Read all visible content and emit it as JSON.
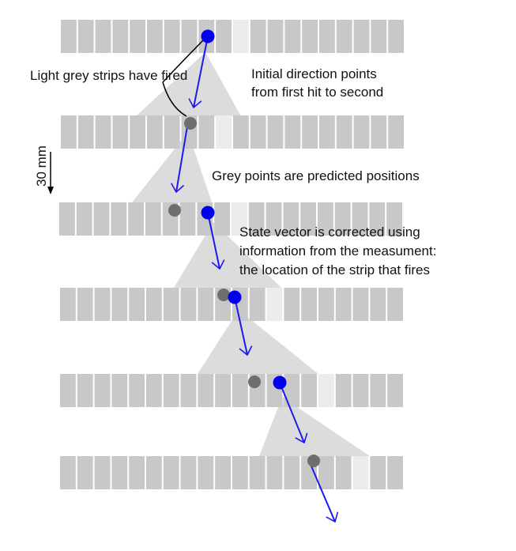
{
  "annotations": {
    "fired_strips": "Light grey strips have fired",
    "initial_direction": [
      "Initial direction points",
      "from first hit to second"
    ],
    "predicted": "Grey points are predicted positions",
    "correction": [
      "State vector is corrected using",
      "information from the measument:",
      "the location of the strip that fires"
    ],
    "scale": "30 mm"
  },
  "colors": {
    "strip": "#c8c8c8",
    "strip_fired": "#ececec",
    "cone": "#dcdcdc",
    "measured_point": "#0000ee",
    "predicted_point": "#6e6e6e",
    "arrow": "#1a1aee"
  },
  "detector_planes": [
    {
      "fired_strip": 10,
      "measured": true,
      "predicted": false
    },
    {
      "fired_strip": 9,
      "measured": false,
      "predicted": true
    },
    {
      "fired_strip": 10,
      "measured": true,
      "predicted": true
    },
    {
      "fired_strip": 12,
      "measured": true,
      "predicted": true
    },
    {
      "fired_strip": 15,
      "measured": true,
      "predicted": true
    },
    {
      "fired_strip": 17,
      "measured": false,
      "predicted": true
    }
  ]
}
